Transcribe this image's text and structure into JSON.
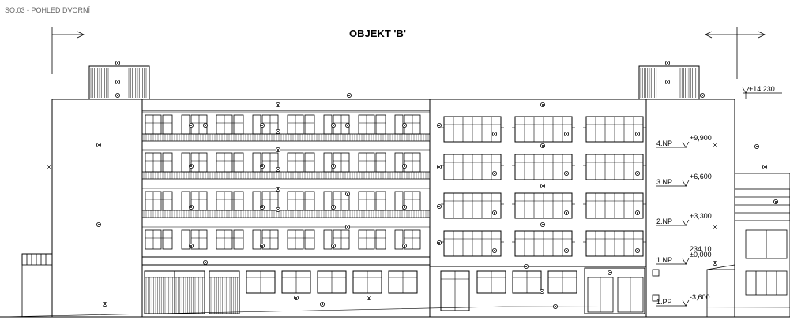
{
  "sheet_label": "SO.03 - POHLED DVORNÍ",
  "title": "OBJEKT 'B'",
  "levels": [
    {
      "floor": "4.NP",
      "elev": "+9,900"
    },
    {
      "floor": "3.NP",
      "elev": "+6,600"
    },
    {
      "floor": "2.NP",
      "elev": "+3,300"
    },
    {
      "floor": "1.NP",
      "elev": "±0,000",
      "abs": "234,10"
    },
    {
      "floor": "1.PP",
      "elev": "-3,600"
    }
  ],
  "top_elevation": "+14,230"
}
